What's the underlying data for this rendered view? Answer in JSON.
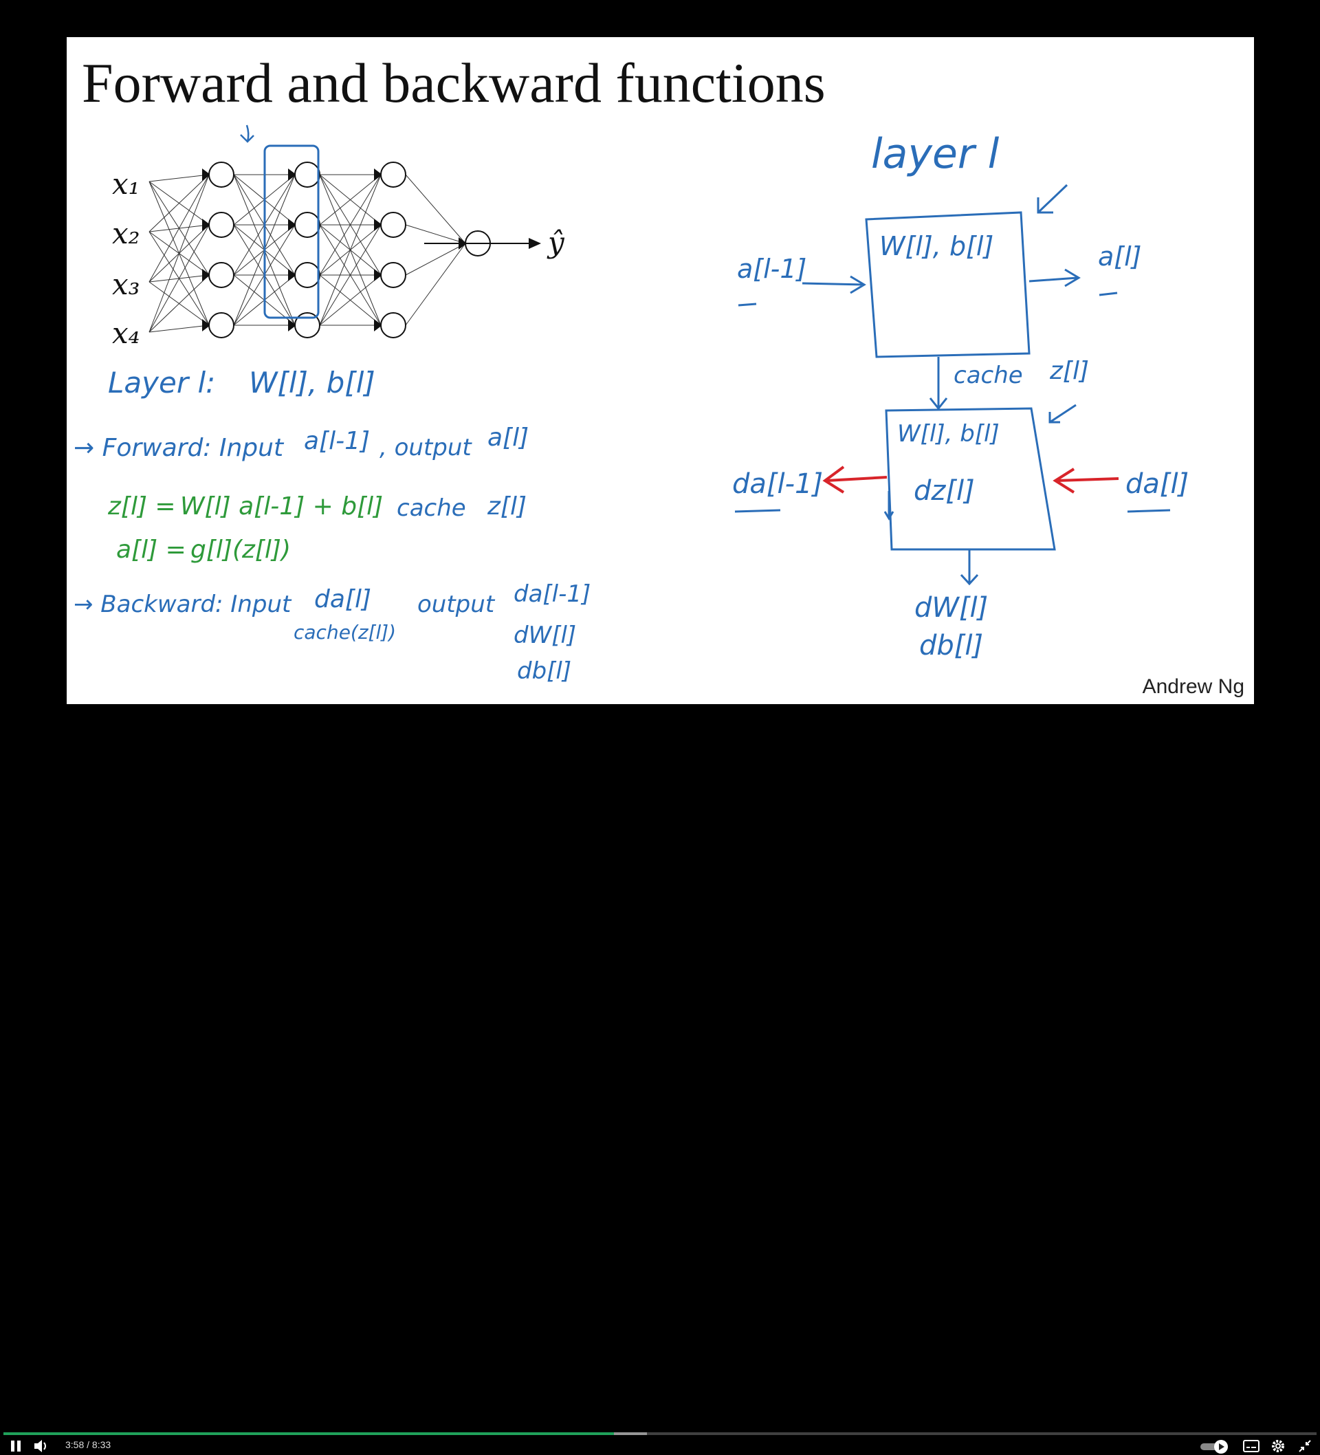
{
  "slide": {
    "title": "Forward and backward functions",
    "author": "Andrew Ng",
    "network": {
      "inputs": [
        "x₁",
        "x₂",
        "x₃",
        "x₄"
      ],
      "output": "ŷ"
    },
    "left_notes": {
      "layer_label": "Layer l:",
      "layer_params": "W[l], b[l]",
      "forward_label": "→ Forward: Input",
      "forward_input": "a[l-1]",
      "forward_output_label": ", output",
      "forward_output": "a[l]",
      "eq1_lhs": "z[l] =",
      "eq1_rhs": "W[l] a[l-1] + b[l]",
      "cache_label": "cache",
      "cache_value": "z[l]",
      "eq2_lhs": "a[l] =",
      "eq2_rhs": "g[l](z[l])",
      "backward_label": "→ Backward: Input",
      "backward_input": "da[l]",
      "backward_cache": "cache(z[l])",
      "backward_output_label": "output",
      "backward_out1": "da[l-1]",
      "backward_out2": "dW[l]",
      "backward_out3": "db[l]"
    },
    "right_diagram": {
      "layer_title": "layer l",
      "fwd_box_params": "W[l], b[l]",
      "fwd_in": "a[l-1]",
      "fwd_out": "a[l]",
      "cache_label": "cache",
      "cache_value": "z[l]",
      "bwd_box_params": "W[l], b[l]",
      "bwd_box_dz": "dz[l]",
      "bwd_in": "da[l]",
      "bwd_out": "da[l-1]",
      "grad_w": "dW[l]",
      "grad_b": "db[l]"
    }
  },
  "player": {
    "current_time": "3:58",
    "separator": "/",
    "duration": "8:33",
    "progress_fraction": 0.465,
    "buffered_fraction": 0.49,
    "icons": [
      "pause-icon",
      "volume-icon",
      "autoplay-toggle-icon",
      "subtitles-icon",
      "settings-icon",
      "exit-fullscreen-icon"
    ],
    "accent_color": "#20a15a"
  }
}
